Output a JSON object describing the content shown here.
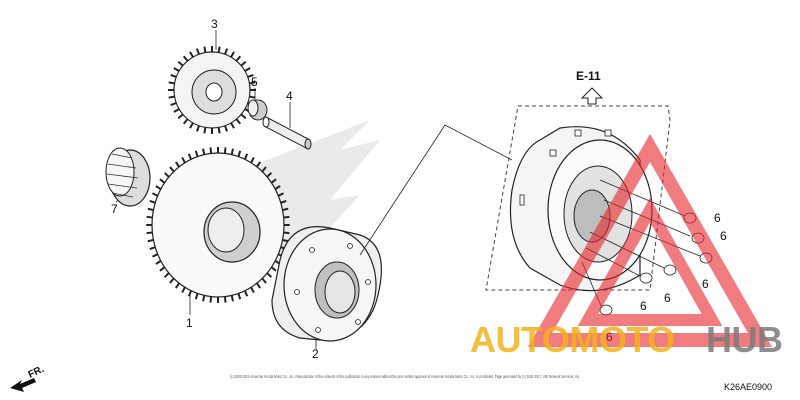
{
  "diagram": {
    "reference": "E-11",
    "part_code": "K26AE0900",
    "front_marker": "FR.",
    "copyright": "(c) 2003-2015 American Honda Motor Co., Inc. Reproduction of the contents of this publication in any manner without the prior written approval of American Honda Motor Co., Inc. is prohibited. Page generated by (c) 2004-2017, ARI Network Services, Inc.",
    "callouts": {
      "c1": "1",
      "c2": "2",
      "c3": "3",
      "c4": "4",
      "c5": "5",
      "c6a": "6",
      "c6b": "6",
      "c6c": "6",
      "c6d": "6",
      "c6e": "6",
      "c6f": "6",
      "c7": "7"
    }
  },
  "watermark": {
    "brand_part1": "AUTOMOTO",
    "brand_part2": "HUB",
    "color_primary": "#f5b21b",
    "color_secondary": "#7b7b7b",
    "triangle_color": "#e8262b"
  }
}
